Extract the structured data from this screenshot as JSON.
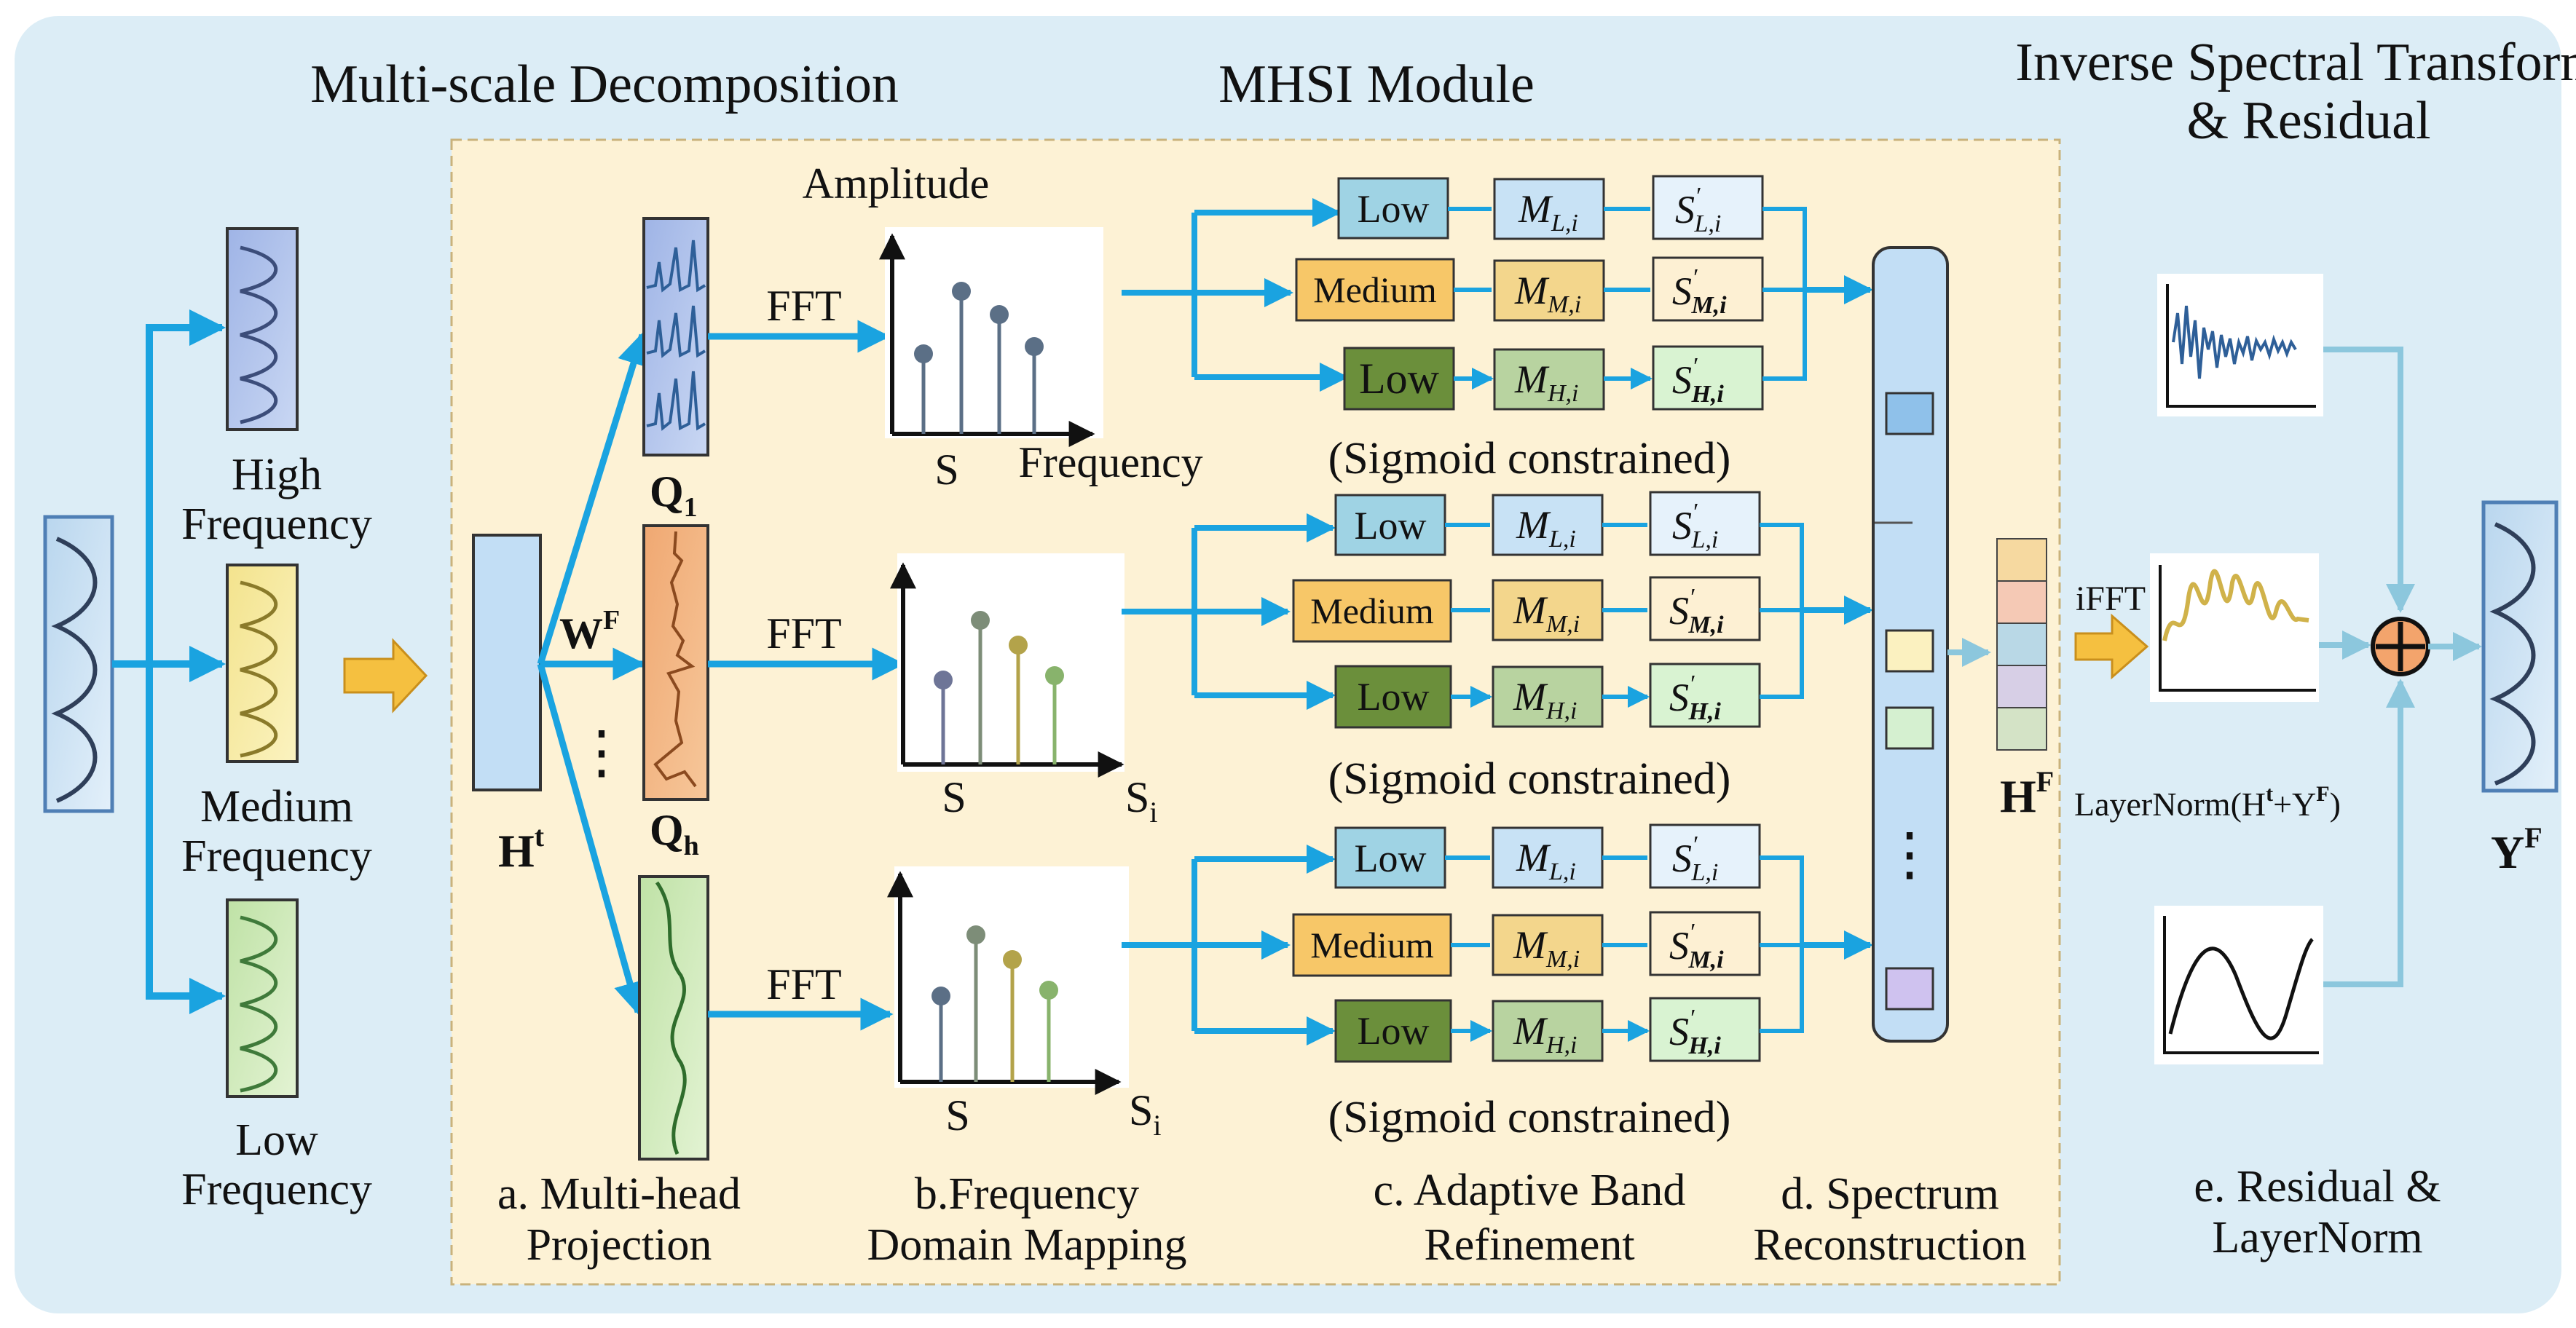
{
  "sections": {
    "decomposition": "Multi-scale Decomposition",
    "mhsi": "MHSI Module",
    "inverse_line1": "Inverse Spectral Transform",
    "inverse_line2": "& Residual"
  },
  "inputs": {
    "high_1": "High",
    "high_2": "Frequency",
    "medium_1": "Medium",
    "medium_2": "Frequency",
    "low_1": "Low",
    "low_2": "Frequency"
  },
  "projection": {
    "ht": "H",
    "ht_sup": "t",
    "wf": "W",
    "wf_sup": "F",
    "q1": "Q",
    "q1_sub": "1",
    "qh": "Q",
    "qh_sub": "h",
    "dots": "⋮"
  },
  "fft": {
    "label": "FFT"
  },
  "plots": {
    "amplitude": "Amplitude",
    "s": "S",
    "frequency": "Frequency",
    "si": "S",
    "si_sub": "i"
  },
  "bands": {
    "low": "Low",
    "medium": "Medium",
    "m_letter": "M",
    "s_letter": "S",
    "sub_l": "L,i",
    "sub_m": "M,i",
    "sub_h": "H,i",
    "sigmoid": "(Sigmoid constrained)"
  },
  "reconstruction": {
    "hf": "H",
    "hf_sup": "F",
    "dots": "⋮",
    "ifft": "iFFT",
    "layernorm": "LayerNorm(H",
    "layernorm_t": "t",
    "layernorm_plus": "+Y",
    "layernorm_f": "F",
    "layernorm_close": ")",
    "yf": "Y",
    "yf_sup": "F"
  },
  "captions": {
    "a1": "a. Multi-head",
    "a2": "Projection",
    "b1": "b.Frequency",
    "b2": "Domain Mapping",
    "c1": "c. Adaptive Band",
    "c2": "Refinement",
    "d1": "d. Spectrum",
    "d2": "Reconstruction",
    "e1": "e. Residual &",
    "e2": "LayerNorm"
  },
  "colors": {
    "background": "#dcedf6",
    "module": "#fdf2d5",
    "arrow": "#1aa3e0",
    "arrow_light": "#8cc7dd",
    "low_band": "#9fd3e4",
    "medium_band": "#f7c768",
    "high_band": "#6b8f3b",
    "m_low": "#c8e2f5",
    "m_medium": "#f3d68c",
    "m_high": "#b8d3a0",
    "s_low": "#e6f2fb",
    "s_medium": "#fdf0d3",
    "s_high": "#d9f3d2",
    "stem_1": "#5b6f86",
    "stem_2": "#7d8d78",
    "stem_3": "#8c9f5a",
    "stem_4": "#88b36c"
  }
}
